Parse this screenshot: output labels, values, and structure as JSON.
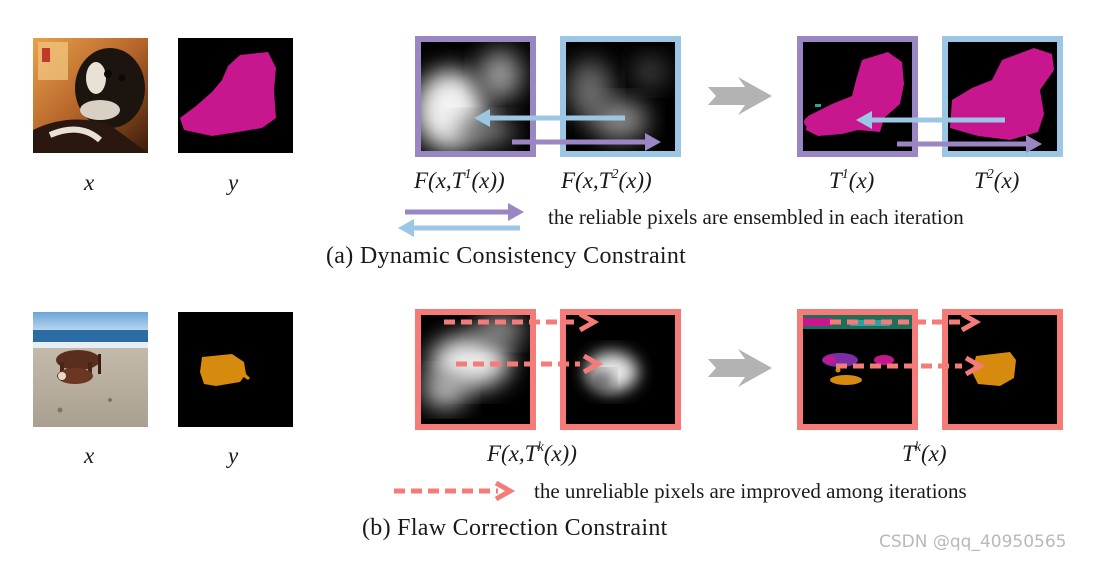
{
  "row_a": {
    "input_label": "x",
    "gt_label": "y",
    "pred1_label": {
      "pre": "F(x,T",
      "sup": "1",
      "post": "(x))"
    },
    "pred2_label": {
      "pre": "F(x,T",
      "sup": "2",
      "post": "(x))"
    },
    "target1_label": {
      "pre": "T",
      "sup": "1",
      "post": "(x)"
    },
    "target2_label": {
      "pre": "T",
      "sup": "2",
      "post": "(x)"
    },
    "legend_text": "the reliable pixels are ensembled in each iteration",
    "caption": "(a) Dynamic Consistency Constraint"
  },
  "row_b": {
    "input_label": "x",
    "gt_label": "y",
    "pred_label": {
      "pre": "F(x,T",
      "sup": "k",
      "post": "(x))"
    },
    "target_label": {
      "pre": "T",
      "sup": "k",
      "post": "(x)"
    },
    "legend_text": "the unreliable pixels are improved among iterations",
    "caption": "(b) Flaw Correction Constraint"
  },
  "watermark": "CSDN @qq_40950565",
  "colors": {
    "purple": "#9b86c4",
    "light_blue": "#9cc7e4",
    "salmon": "#f47b78",
    "magenta": "#c8168f",
    "orange_cow": "#d68a0e",
    "gray_arrow": "#b3b3b3"
  }
}
